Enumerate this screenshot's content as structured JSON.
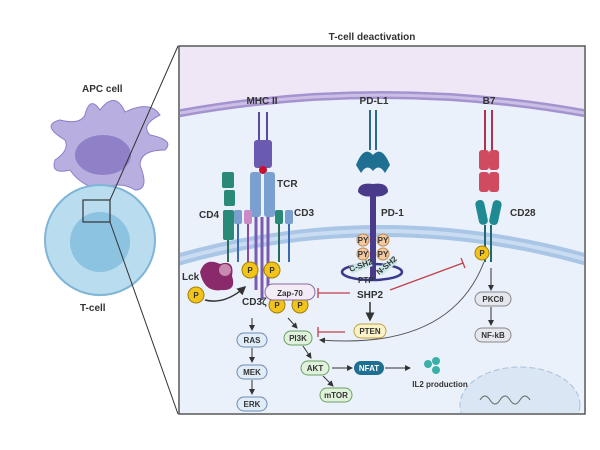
{
  "title": "T-cell deactivation",
  "cells": {
    "apc": "APC cell",
    "tcell": "T-cell"
  },
  "receptors": {
    "mhc2": "MHC II",
    "pdl1": "PD-L1",
    "b7": "B7",
    "tcr": "TCR",
    "cd4": "CD4",
    "cd3": "CD3",
    "pd1": "PD-1",
    "cd28": "CD28",
    "lck": "Lck",
    "cd3z": "CD3ζ"
  },
  "phospho": {
    "p": "P",
    "py": "PY",
    "csh2": "C-SH2",
    "nsh2": "N-SH2",
    "ptp": "PTP"
  },
  "nodes": {
    "zap70": "Zap-70",
    "shp2": "SHP2",
    "pten": "PTEN",
    "pi3k": "PI3K",
    "akt": "AKT",
    "mtor": "mTOR",
    "ras": "RAS",
    "mek": "MEK",
    "erk": "ERK",
    "nfat": "NFAT",
    "il2": "IL2 production",
    "pkc": "PKCθ",
    "nfkb": "NF-kB"
  },
  "colors": {
    "apc": "#b9aee0",
    "tcell": "#a9d3ea",
    "inhibit": "#c0404a",
    "phospho": "#f2c318"
  }
}
